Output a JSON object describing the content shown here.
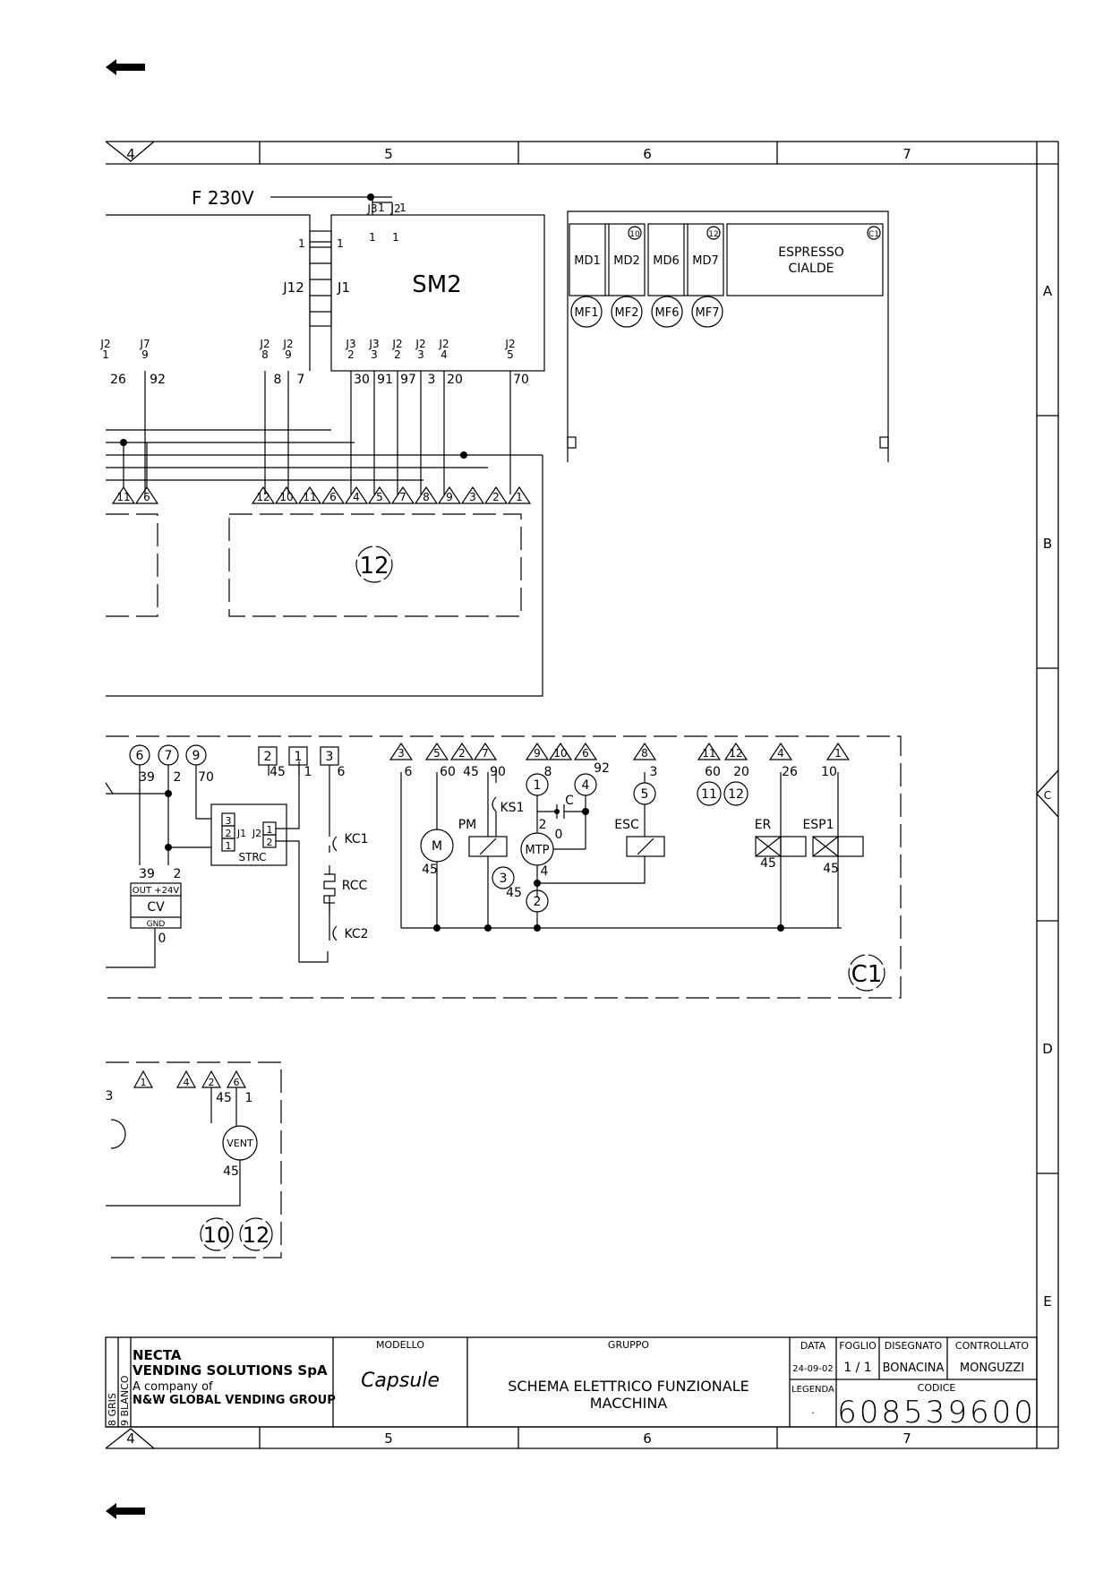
{
  "nav": {
    "back_icon": "arrow-left-icon"
  },
  "frame": {
    "top_columns": [
      "4",
      "5",
      "6",
      "7"
    ],
    "bottom_columns": [
      "4",
      "5",
      "6",
      "7"
    ],
    "rows": [
      "A",
      "B",
      "C",
      "D",
      "E"
    ]
  },
  "power": {
    "label": "F 230V",
    "j3": "J3",
    "j2": "J2",
    "pin1": "1"
  },
  "sm2": {
    "name": "SM2",
    "j12": "J12",
    "j1": "J1",
    "left_pins": [
      "1",
      "1"
    ],
    "pin_headers": [
      "J3\n2",
      "J3\n3",
      "J2\n2",
      "J2\n3",
      "J2\n4",
      "J2\n5"
    ],
    "pins": [
      {
        "top": "J3",
        "bottom": "2"
      },
      {
        "top": "J3",
        "bottom": "3"
      },
      {
        "top": "J2",
        "bottom": "2"
      },
      {
        "top": "J2",
        "bottom": "3"
      },
      {
        "top": "J2",
        "bottom": "4"
      },
      {
        "top": "J2",
        "bottom": "5"
      }
    ],
    "wires": [
      "30",
      "91",
      "97",
      "3",
      "20",
      "70"
    ]
  },
  "left_board": {
    "pins": [
      {
        "top": "J2",
        "bottom": "1"
      },
      {
        "top": "J7",
        "bottom": "9"
      },
      {
        "top": "J2",
        "bottom": "8"
      },
      {
        "top": "J2",
        "bottom": "9"
      }
    ],
    "wires": [
      "26",
      "92",
      "8",
      "7"
    ]
  },
  "connectors_top": [
    "12",
    "10",
    "11",
    "6",
    "4",
    "5",
    "7",
    "8",
    "9",
    "3",
    "2",
    "1"
  ],
  "connectors_left": [
    "11",
    "6"
  ],
  "module12_label": "12",
  "dispensers": {
    "group1": {
      "badge": "10",
      "md": [
        "MD1",
        "MD2"
      ],
      "mf": [
        "MF1",
        "MF2"
      ]
    },
    "group2": {
      "badge": "12",
      "md": [
        "MD6",
        "MD7"
      ],
      "mf": [
        "MF6",
        "MF7"
      ]
    },
    "espresso": {
      "badge": "C1",
      "line1": "ESPRESSO",
      "line2": "CIALDE"
    }
  },
  "c1": {
    "label": "C1",
    "circles_top": [
      "6",
      "7",
      "9"
    ],
    "wires_top": [
      "39",
      "2",
      "70"
    ],
    "squares": [
      "2",
      "1",
      "3"
    ],
    "square_wires": [
      "45",
      "1",
      "6"
    ],
    "triangles_top": [
      "3",
      "5",
      "2",
      "7",
      "9",
      "10",
      "6",
      "8",
      "11",
      "12",
      "4",
      "1"
    ],
    "wire_nums": {
      "w6": "6",
      "w60": "60",
      "w45": "45",
      "w90": "90",
      "w8": "8",
      "w92": "92",
      "w3": "3",
      "w60b": "60",
      "w20": "20",
      "w26": "26",
      "w10": "10",
      "w2": "2",
      "w0": "0",
      "w4": "4",
      "w45b": "45",
      "w45c": "45",
      "w45d": "45",
      "w45e": "45",
      "w39": "39",
      "w2b": "2",
      "w0b": "0"
    },
    "strc": {
      "name": "STRC",
      "j1": "J1",
      "j2": "J2",
      "p3": "3",
      "p2": "2",
      "p1": "1",
      "q1": "1",
      "q2": "2"
    },
    "cv": {
      "out": "OUT +24V",
      "name": "CV",
      "gnd": "GND"
    },
    "components": {
      "kc1": "KC1",
      "rcc": "RCC",
      "kc2": "KC2",
      "m": "M",
      "pm": "PM",
      "ks1": "KS1",
      "mtp": "MTP",
      "c": "C",
      "esc": "ESC",
      "er": "ER",
      "esp1": "ESP1"
    },
    "circled": [
      "1",
      "4",
      "5",
      "11",
      "12",
      "3",
      "2"
    ]
  },
  "lower": {
    "triangles": [
      "1",
      "4",
      "2",
      "6"
    ],
    "wires": [
      "45",
      "1"
    ],
    "left_num": "3",
    "vent": "VENT",
    "w45": "45",
    "labels": [
      "10",
      "12"
    ]
  },
  "title_block": {
    "company1": "NECTA",
    "company2": "VENDING SOLUTIONS SpA",
    "company3": "A company of",
    "company4": "N&W GLOBAL VENDING GROUP",
    "side1": "8 GRIS",
    "side2": "9 BLANCO",
    "modello_label": "MODELLO",
    "modello": "Capsule",
    "gruppo_label": "GRUPPO",
    "gruppo_line1": "SCHEMA ELETTRICO FUNZIONALE",
    "gruppo_line2": "MACCHINA",
    "data_label": "DATA",
    "data": "24-09-02",
    "foglio_label": "FOGLIO",
    "foglio": "1 / 1",
    "disegnato_label": "DISEGNATO",
    "disegnato": "BONACINA",
    "controllato_label": "CONTROLLATO",
    "controllato": "MONGUZZI",
    "legenda_label": "LEGENDA",
    "legenda": ".",
    "codice_label": "CODICE",
    "codice": "608539600"
  }
}
